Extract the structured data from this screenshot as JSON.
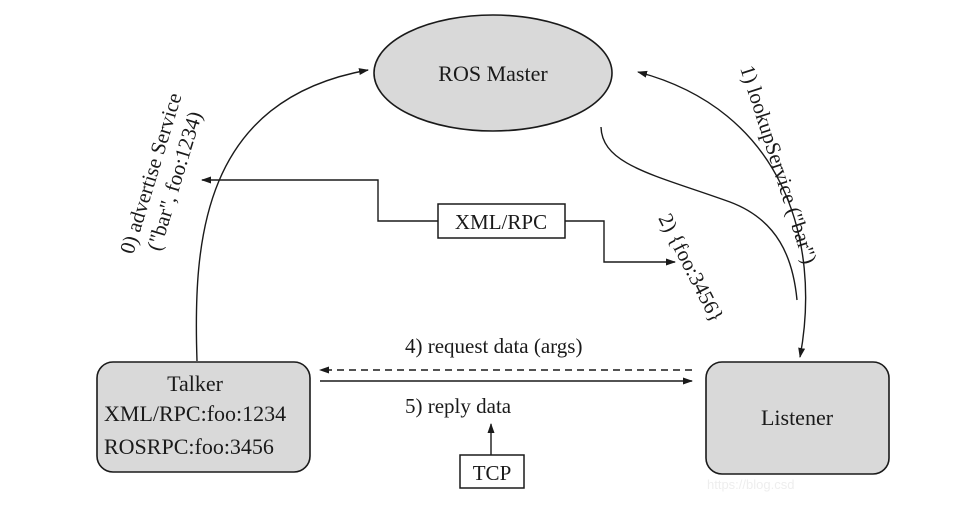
{
  "nodes": {
    "master": "ROS Master",
    "talker": {
      "title": "Talker",
      "line1": "XML/RPC:foo:1234",
      "line2": "ROSRPC:foo:3456"
    },
    "listener": "Listener"
  },
  "edges": {
    "advertise": {
      "line1": "0) advertise Service",
      "line2": "(\"bar\", foo:1234)"
    },
    "lookup": "1) lookupService (\"bar\")",
    "reply_addr": "2) {foo:3456}",
    "request": "4) request data (args)",
    "reply": "5) reply data"
  },
  "boxes": {
    "xmlrpc": "XML/RPC",
    "tcp": "TCP"
  },
  "watermark": "https://blog.csd",
  "colors": {
    "node_fill": "#d9d9d9",
    "stroke": "#1a1a1a",
    "background": "#ffffff"
  }
}
